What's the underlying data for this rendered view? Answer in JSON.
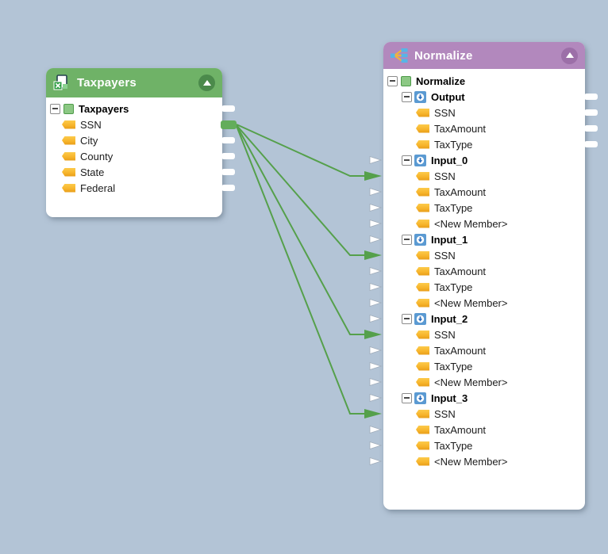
{
  "app": {
    "name": "data-mapping-canvas",
    "background_color": "#b3c4d6"
  },
  "taxpayers": {
    "title": "Taxpayers",
    "header_color": "#6fb267",
    "header_icon": "excel-file-icon",
    "collapse_icon": "triangle-up-circle-icon",
    "root_label": "Taxpayers",
    "fields": [
      "SSN",
      "City",
      "County",
      "State",
      "Federal"
    ]
  },
  "normalize": {
    "title": "Normalize",
    "header_color": "#b288bd",
    "header_icon": "merge-fan-in-icon",
    "collapse_icon": "triangle-up-circle-icon",
    "root_label": "Normalize",
    "nodes": [
      {
        "label": "Output",
        "icon": "blue-node-icon",
        "fields": [
          "SSN",
          "TaxAmount",
          "TaxType"
        ]
      },
      {
        "label": "Input_0",
        "icon": "blue-node-icon",
        "fields": [
          "SSN",
          "TaxAmount",
          "TaxType",
          "<New Member>"
        ]
      },
      {
        "label": "Input_1",
        "icon": "blue-node-icon",
        "fields": [
          "SSN",
          "TaxAmount",
          "TaxType",
          "<New Member>"
        ]
      },
      {
        "label": "Input_2",
        "icon": "blue-node-icon",
        "fields": [
          "SSN",
          "TaxAmount",
          "TaxType",
          "<New Member>"
        ]
      },
      {
        "label": "Input_3",
        "icon": "blue-node-icon",
        "fields": [
          "SSN",
          "TaxAmount",
          "TaxType",
          "<New Member>"
        ]
      }
    ]
  },
  "connections": [
    {
      "from": "Taxpayers.SSN",
      "to": "Normalize.Input_0.SSN"
    },
    {
      "from": "Taxpayers.SSN",
      "to": "Normalize.Input_1.SSN"
    },
    {
      "from": "Taxpayers.SSN",
      "to": "Normalize.Input_2.SSN"
    },
    {
      "from": "Taxpayers.SSN",
      "to": "Normalize.Input_3.SSN"
    }
  ],
  "colors": {
    "connection_line": "#55a04b",
    "connected_connector": "#55a04b",
    "member_icon": "#f7b52c",
    "node_icon_blue": "#5b9ad2",
    "root_icon_green": "#8cc884"
  }
}
